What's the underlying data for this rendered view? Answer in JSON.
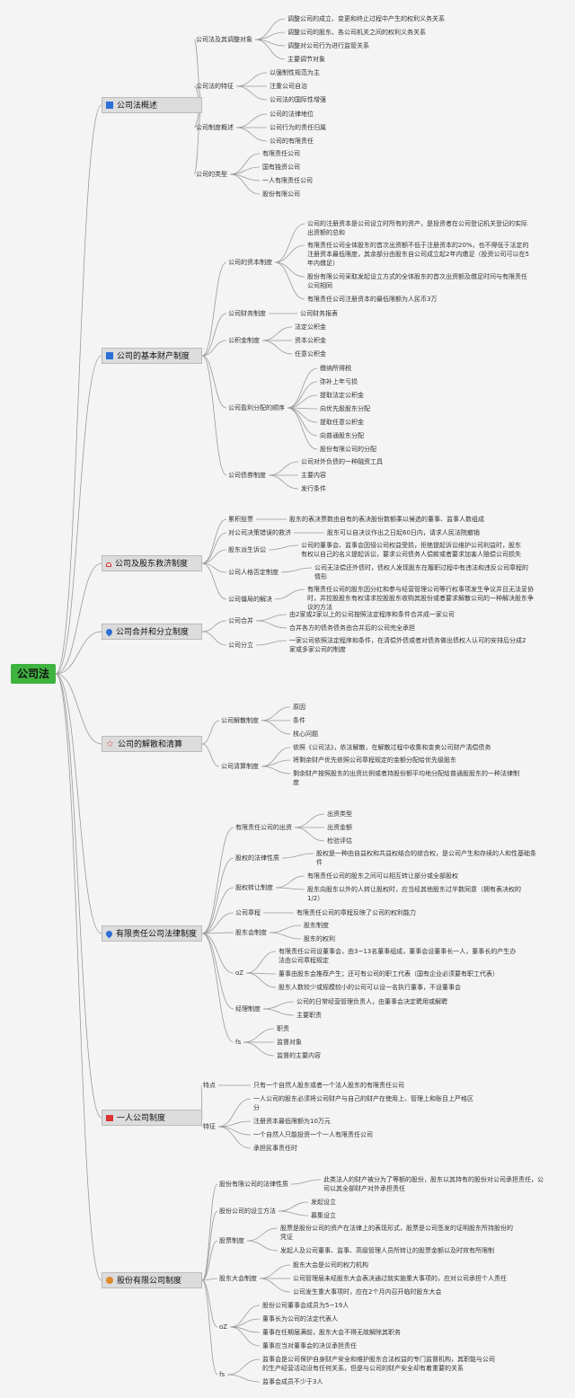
{
  "root": "公司法",
  "mains": [
    {
      "label": "公司法概述",
      "icon": "square-icon",
      "children": [
        {
          "label": "公司法及其调整对象",
          "items": [
            "调整公司的成立、变更和终止过程中产生的权利义务关系",
            "调整公司的股东、各公司机关之间的权利义务关系",
            "调整对公司行为进行监管关系",
            "主要调节对象"
          ]
        },
        {
          "label": "公司法的特征",
          "items": [
            "以强制性规范为主",
            "注重公司自治",
            "公司法的国际性增强"
          ]
        },
        {
          "label": "公司制度概述",
          "items": [
            "公司的法律地位",
            "公司行为的责任归属",
            "公司的有限责任"
          ]
        },
        {
          "label": "公司的类型",
          "items": [
            "有限责任公司",
            "国有独资公司",
            "一人有限责任公司",
            "股份有限公司"
          ]
        }
      ]
    },
    {
      "label": "公司的基本财产制度",
      "icon": "square-icon",
      "children": [
        {
          "label": "公司的资本制度",
          "items": [
            "公司的注册资本是公司设立时所有的资产，是投资者在公司登记机关登记的实际出资额的总和",
            "有限责任公司全体股东的首次出资额不低于注册资本的20%，也不得低于法定的注册资本最低限度，其余部分由股东自公司成立起2年内缴足（投资公司可以在5年内缴足）",
            "股份有限公司采取发起设立方式的全体股东的首次出资额及缴足时间与有限责任公司相同",
            "有限责任公司注册资本的最低限额为人民币3万"
          ]
        },
        {
          "label": "公司财务制度",
          "items": [
            "公司财务报表"
          ]
        },
        {
          "label": "公积金制度",
          "items": [
            "法定公积金",
            "资本公积金",
            "任意公积金"
          ]
        },
        {
          "label": "公司盈利分配的顺序",
          "items": [
            "缴纳所得税",
            "弥补上年亏损",
            "提取法定公积金",
            "向优先股股东分配",
            "提取任意公积金",
            "向普通股东分配",
            "股份有限公司的分配"
          ]
        },
        {
          "label": "公司债券制度",
          "items": [
            "公司对外负债的一种融资工具",
            "主要内容",
            "发行条件"
          ]
        }
      ]
    },
    {
      "label": "公司及股东救济制度",
      "icon": "heart-icon",
      "children": [
        {
          "label": "累积投票",
          "items": [
            "股东的表决票数由自有的表决股份数额乘以候选的董事、监事人数组成"
          ]
        },
        {
          "label": "对公司决策错误的救济",
          "items": [
            "股东可以自决议作出之日起60日内，请求人民法院撤销"
          ]
        },
        {
          "label": "股东派生诉讼",
          "items": [
            "公司的董事会、监事会因侵公司权益受损，拒绝提起诉讼维护公司利益时，股东有权以自己的名义提起诉讼，要求公司债务人偿款或者要求加害人赔偿公司损失"
          ]
        },
        {
          "label": "公司人格否定制度",
          "items": [
            "公司无法偿还外债时，债权人发现股东在履职过程中有违法和违反公司章程的情形"
          ]
        },
        {
          "label": "公司僵局的解决",
          "items": [
            "有限责任公司的股东因分红和参与经营管理公司等行权事项发生争议并且无法妥协时，并控股股东有权请求控股股东收购其股份或者要求解散公司的一种解决股东争议的方法"
          ]
        }
      ]
    },
    {
      "label": "公司合并和分立制度",
      "icon": "drop-icon",
      "children": [
        {
          "label": "公司合并",
          "items": [
            "由2家或2家以上的公司按照法定程序和条件合并成一家公司",
            "合并各方的债务债务由合并后的公司完全承担"
          ]
        },
        {
          "label": "公司分立",
          "items": [
            "一家公司依照法定程序和条件，在清偿外债或者对债务做出债权人认可的安排后分成2家或多家公司的制度"
          ]
        }
      ]
    },
    {
      "label": "公司的解散和清算",
      "icon": "star-icon",
      "children": [
        {
          "label": "公司解散制度",
          "items": [
            "原因",
            "条件",
            "核心问题"
          ]
        },
        {
          "label": "公司清算制度",
          "items": [
            "依照《公司法》，依法解散，在解散过程中收集和变卖公司财产清偿债务",
            "将剩余财产优先依照公司章程规定的金额分配给优先级股东",
            "剩余财产按照股东的出资比例或者持股份额平均地分配给普通股股东的一种法律制度"
          ]
        }
      ]
    },
    {
      "label": "有限责任公司法律制度",
      "icon": "drop-icon",
      "children": [
        {
          "label": "有限责任公司的出资",
          "items": [
            "出资类型",
            "出资金额",
            "检验评估"
          ]
        },
        {
          "label": "股权的法律性质",
          "items": [
            "股权是一种由自益权和共益权结合的综合权，是公司产生和存续的人和性基础条件"
          ]
        },
        {
          "label": "股权转让制度",
          "items": [
            "有限责任公司的股东之间可以相互转让部分或全部股权",
            "股东向股东以外的人转让股权时，应当经其他股东过半数同意（拥有表决权的1/2）"
          ]
        },
        {
          "label": "公司章程",
          "items": [
            "有限责任公司的章程反映了公司的权利能力"
          ]
        },
        {
          "label": "股东会制度",
          "items": [
            "股东制度",
            "股东的权利"
          ]
        },
        {
          "label": "oZ",
          "items": [
            "有限责任公司设董事会，由3~13名董事组成，董事会设董事长一人，董事长的产生办法由公司章程规定",
            "董事由股东会推荐产生；还可有公司的职工代表（国有企业必须要有职工代表）",
            "股东人数较少或规模较小的公司可以设一名执行董事，不设董事会"
          ]
        },
        {
          "label": "经理制度",
          "items": [
            "公司的日常经营管理负责人，由董事会决定聘用或解聘",
            "主要职责"
          ]
        },
        {
          "label": "fs",
          "items": [
            "职责",
            "监督对象",
            "监督的主要内容"
          ]
        }
      ]
    },
    {
      "label": "一人公司制度",
      "icon": "flag-icon",
      "children": [
        {
          "label": "特点",
          "items": [
            "只有一个自然人股东或者一个法人股东的有限责任公司"
          ]
        },
        {
          "label": "特征",
          "items": [
            "一人公司的股东必须将公司财产与自己的财产在使用上、管理上和账目上严格区分",
            "注册资本最低限额为10万元",
            "一个自然人只能投资一个一人有限责任公司",
            "承担民事责任时"
          ]
        }
      ]
    },
    {
      "label": "股份有限公司制度",
      "icon": "sun-icon",
      "children": [
        {
          "label": "股份有限公司的法律性质",
          "items": [
            "此类法人的财产被分为了等额的股份，股东以其持有的股份对公司承担责任，公司以其全部财产对外承担责任"
          ]
        },
        {
          "label": "股份公司的设立方法",
          "items": [
            "发起设立",
            "募集设立"
          ]
        },
        {
          "label": "股票制度",
          "items": [
            "股票是股份公司的资产在法律上的表现形式，股票是公司签发的证明股东所持股份的凭证",
            "发起人及公司董事、监事、高级管理人员所转让的股票金额以及时效有所限制"
          ]
        },
        {
          "label": "股东大会制度",
          "items": [
            "股东大会是公司的权力机构",
            "公司管理层未经股东大会表决通过就实施重大事项的，应对公司承担个人责任",
            "公司发生重大事项时，应在2个月内召开临时股东大会"
          ]
        },
        {
          "label": "oZ",
          "items": [
            "股份公司董事会成员为5~19人",
            "董事长为公司的法定代表人",
            "董事在任期届满前，股东大会不得无故解除其职务",
            "董事应当对董事会的决议承担责任"
          ]
        },
        {
          "label": "fs",
          "items": [
            "监事会是公司保护自身财产安全和维护股东合法权益的专门监督机构，其职能与公司的生产经营活动没有任何关系，但是与公司的财产安全却有着重要的关系",
            "监事会成员不少于3人"
          ]
        }
      ]
    }
  ]
}
